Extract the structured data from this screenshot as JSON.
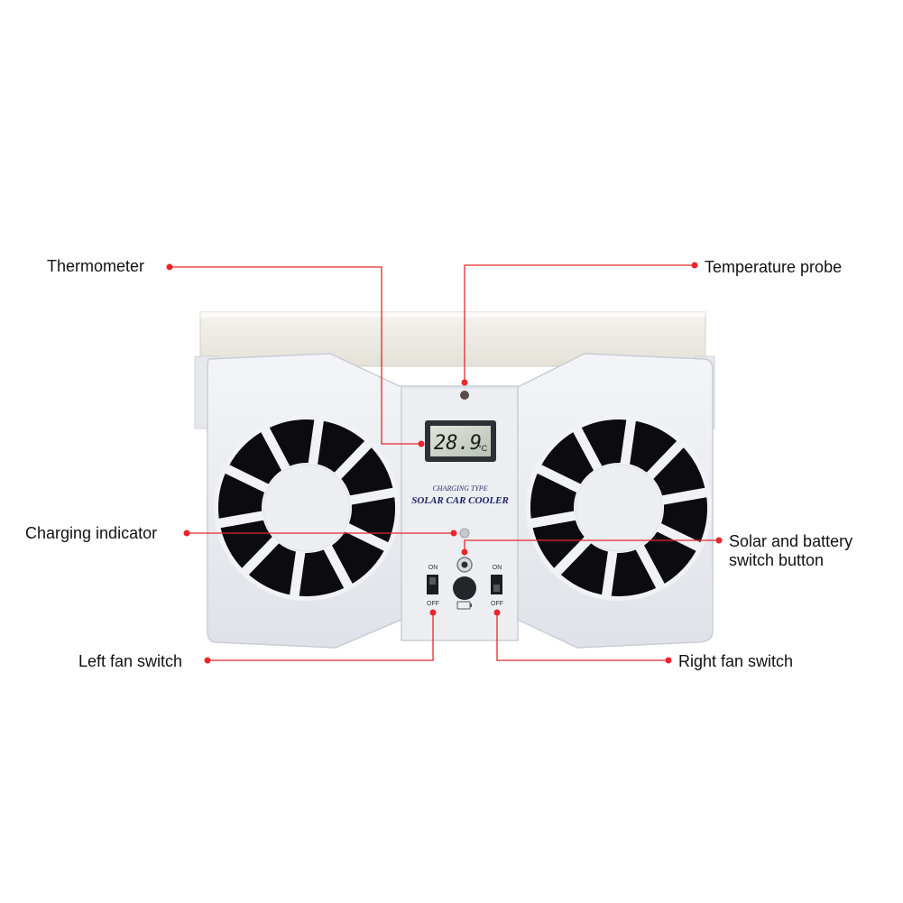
{
  "callouts": {
    "thermometer": "Thermometer",
    "temperature_probe": "Temperature probe",
    "charging_indicator": "Charging indicator",
    "solar_battery_switch_line1": "Solar and battery",
    "solar_battery_switch_line2": "switch button",
    "left_fan_switch": "Left fan switch",
    "right_fan_switch": "Right fan switch"
  },
  "device": {
    "lcd_value": "28.9",
    "lcd_unit": "°C",
    "label_line1": "CHARGING TYPE",
    "label_line2": "SOLAR CAR COOLER",
    "left_switch_on": "ON",
    "left_switch_off": "OFF",
    "right_switch_on": "ON",
    "right_switch_off": "OFF"
  },
  "colors": {
    "callout_line": "#e8272b",
    "device_body": "#eef0f4",
    "fan_blade": "#0c0c10",
    "solar_panel": "#f1efe8"
  }
}
